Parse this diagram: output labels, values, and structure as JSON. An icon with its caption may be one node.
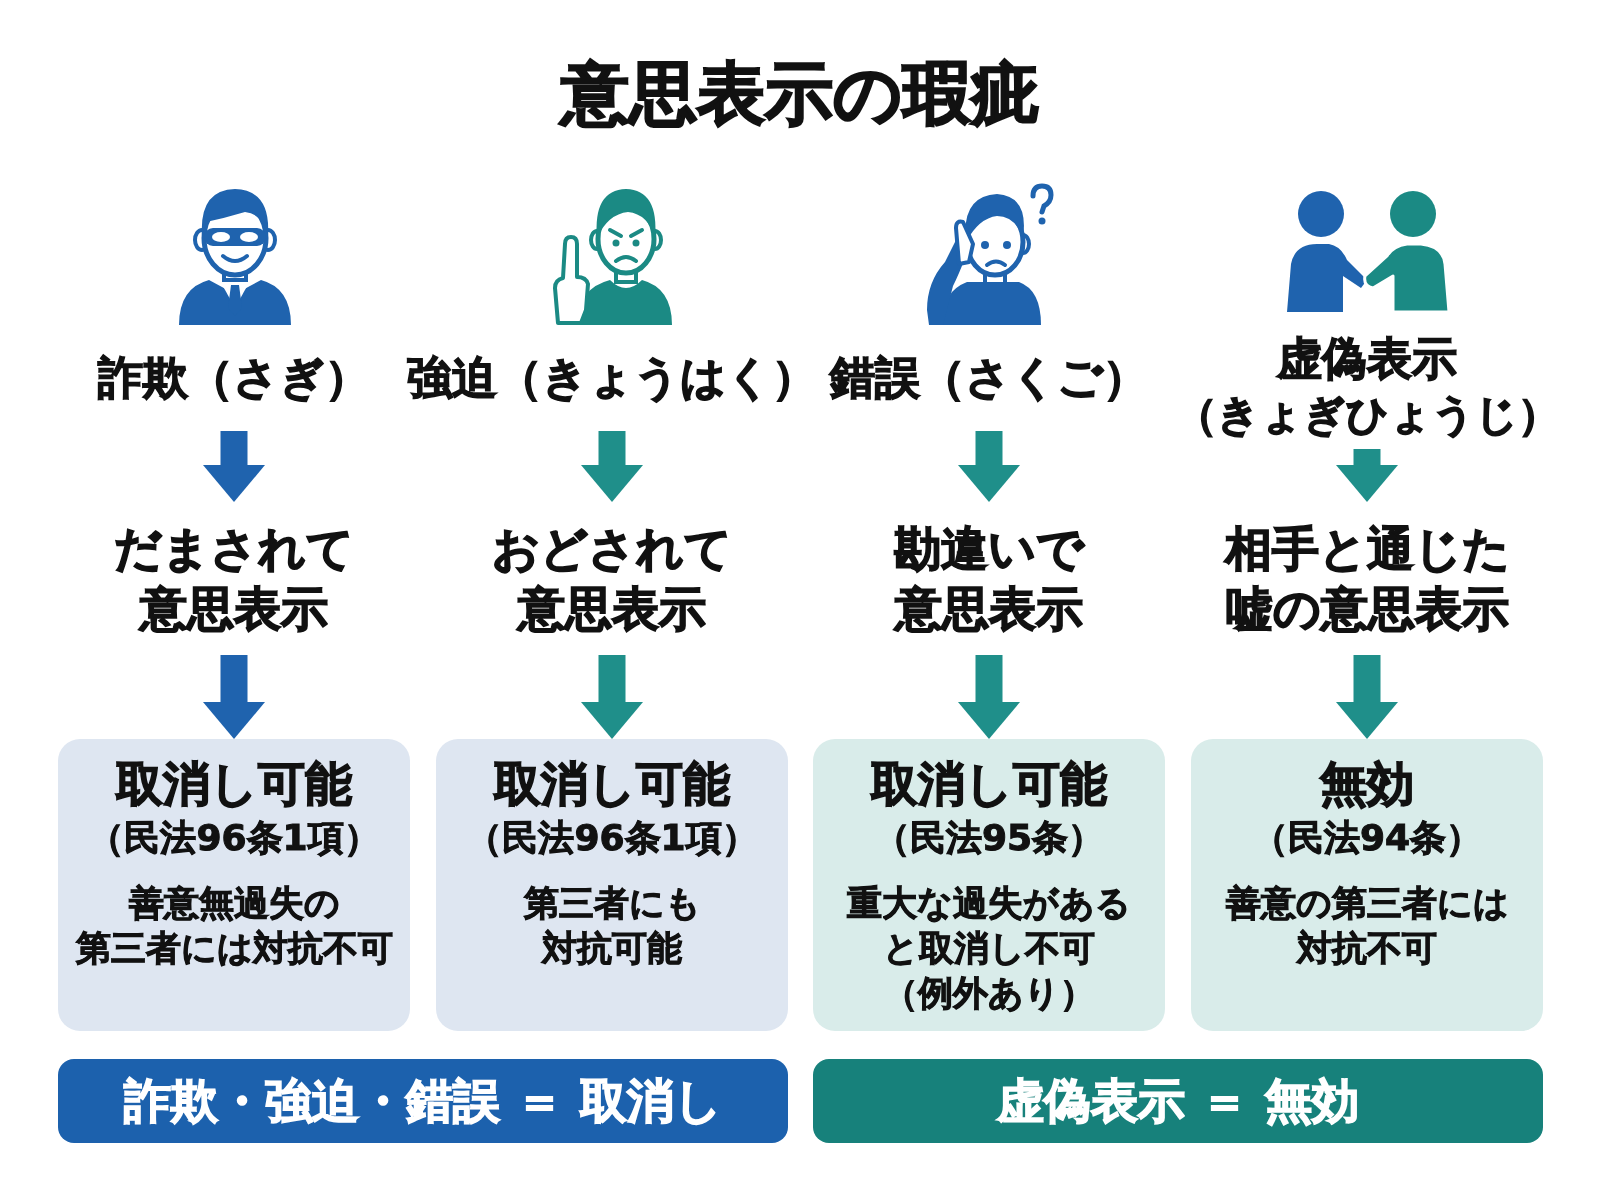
{
  "diagram": {
    "title": "意思表示の瑕疵",
    "nodes": [
      {
        "text": [
          "詐欺（さぎ）"
        ]
      },
      {
        "text": [
          "だまされて意思表示"
        ]
      },
      {
        "text": [
          "取消し可能",
          "（民法96条1項）",
          "善意無過失の第三者には対抗不可"
        ]
      },
      {
        "text": [
          "強迫（きょうはく）"
        ]
      },
      {
        "text": [
          "おどされて意思表示"
        ]
      },
      {
        "text": [
          "取消し可能",
          "（民法96条1項）",
          "第三者にも対抗可能"
        ]
      },
      {
        "text": [
          "錯誤（さくご）"
        ]
      },
      {
        "text": [
          "勘違いで意思表示"
        ]
      },
      {
        "text": [
          "取消し可能",
          "（民法95条）",
          "重大な過失があると取消し不可（例外あり）"
        ]
      },
      {
        "text": [
          "虚偽表示",
          "（きょぎひょうじ）"
        ]
      },
      {
        "text": [
          "相手と通じた嘘の意思表示"
        ]
      },
      {
        "text": [
          "無効",
          "（民法94条）",
          "善意の第三者には対抗不可"
        ]
      },
      {
        "text": [
          "詐欺・強迫・錯誤 ＝ 取消し"
        ]
      },
      {
        "text": [
          "虚偽表示 ＝ 無効"
        ]
      }
    ],
    "edges": [
      {
        "from": 0,
        "to": 1,
        "arrow": "to",
        "color": "#1f63ae"
      },
      {
        "from": 1,
        "to": 2,
        "arrow": "to",
        "color": "#1f63ae"
      },
      {
        "from": 3,
        "to": 4,
        "arrow": "to"
      },
      {
        "from": 4,
        "to": 5,
        "arrow": "to"
      },
      {
        "from": 6,
        "to": 7,
        "arrow": "to"
      },
      {
        "from": 7,
        "to": 8,
        "arrow": "to"
      },
      {
        "from": 9,
        "to": 10,
        "arrow": "to"
      },
      {
        "from": 10,
        "to": 11,
        "arrow": "to"
      }
    ]
  }
}
